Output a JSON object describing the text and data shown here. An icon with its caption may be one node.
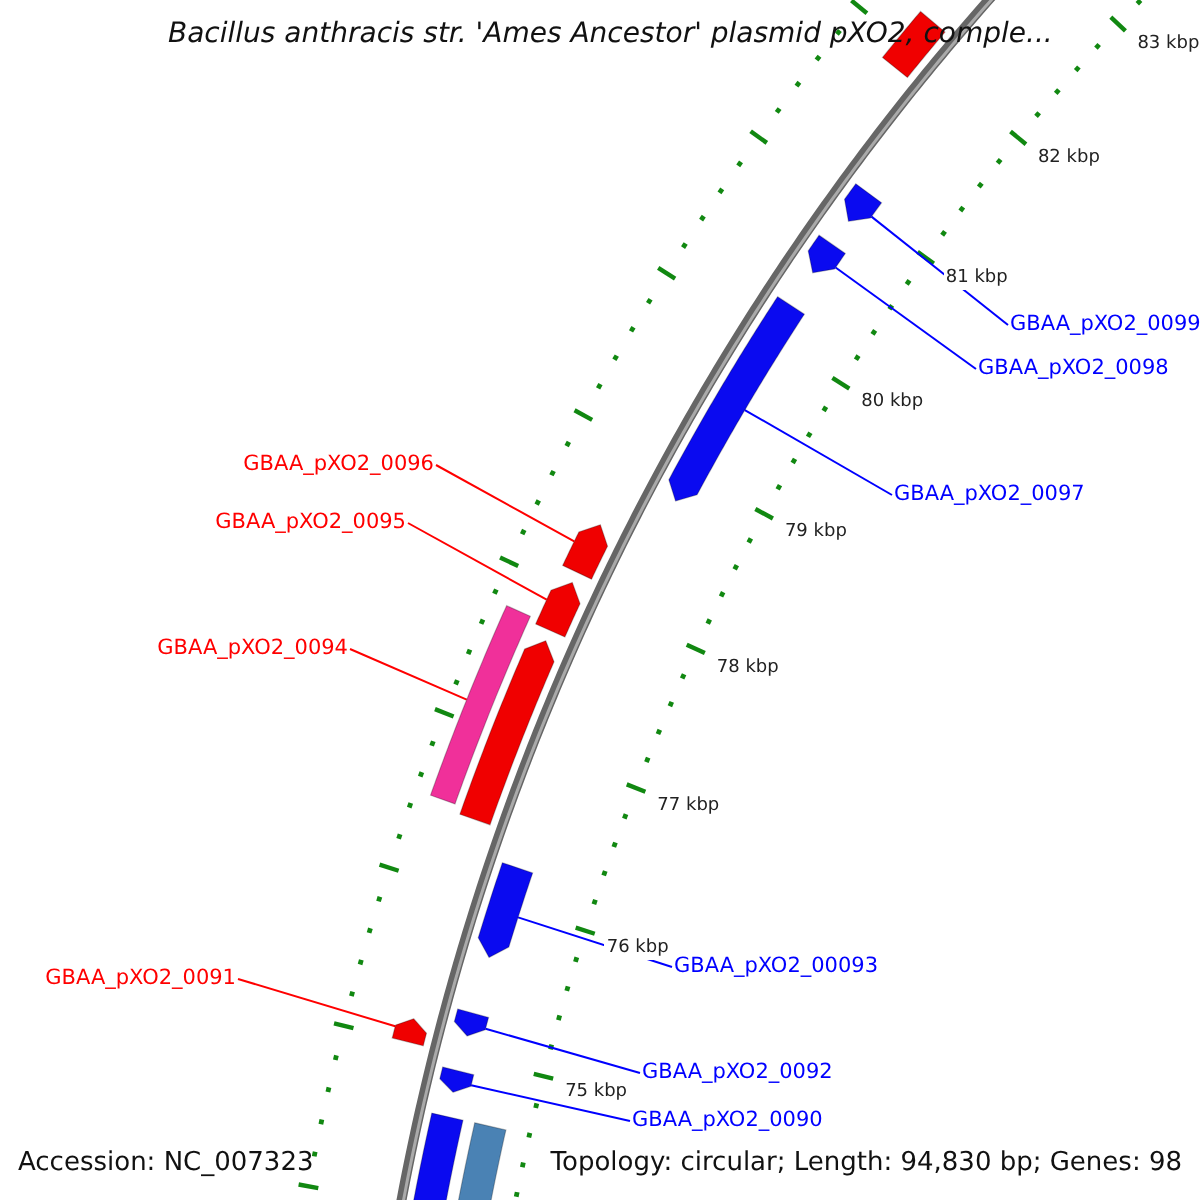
{
  "diagram": {
    "title": "Bacillus anthracis str. 'Ames Ancestor' plasmid pXO2, comple...",
    "nodes": [
      {
        "text": [
          "GBAA_pXO2_0099"
        ]
      },
      {
        "text": [
          "GBAA_pXO2_0098"
        ]
      },
      {
        "text": [
          "GBAA_pXO2_0096"
        ]
      },
      {
        "text": [
          "GBAA_pXO2_0097"
        ]
      },
      {
        "text": [
          "GBAA_pXO2_0095"
        ]
      },
      {
        "text": [
          "GBAA_pXO2_0094"
        ]
      },
      {
        "text": [
          "GBAA_pXO2_00093"
        ]
      },
      {
        "text": [
          "GBAA_pXO2_0091"
        ]
      },
      {
        "text": [
          "GBAA_pXO2_0092"
        ]
      },
      {
        "text": [
          "GBAA_pXO2_0090"
        ]
      },
      {
        "text": [],
        "shape": "bar"
      },
      {
        "text": [],
        "shape": "pentagon"
      },
      {
        "text": [],
        "shape": "pentagon"
      },
      {
        "text": [],
        "shape": "pentagon"
      },
      {
        "text": [],
        "shape": "pentagon"
      },
      {
        "text": [],
        "shape": "pentagon"
      },
      {
        "text": [],
        "shape": "bar"
      },
      {
        "text": [],
        "shape": "pentagon"
      },
      {
        "text": [],
        "shape": "pentagon"
      },
      {
        "text": [],
        "shape": "pentagon"
      },
      {
        "text": [],
        "shape": "pentagon"
      },
      {
        "text": [],
        "shape": "pentagon"
      },
      {
        "text": [],
        "shape": "pentagon"
      },
      {
        "text": [],
        "shape": "bar"
      }
    ],
    "edges": [
      {
        "from": 0,
        "to": 11,
        "arrow": "none"
      },
      {
        "from": 1,
        "to": 12,
        "arrow": "none"
      },
      {
        "from": 2,
        "to": 14,
        "arrow": "none",
        "color": "#ff0000"
      },
      {
        "from": 3,
        "to": 13,
        "arrow": "none"
      },
      {
        "from": 4,
        "to": 15,
        "arrow": "none",
        "color": "#ff0000"
      },
      {
        "from": 5,
        "to": 16,
        "arrow": "none",
        "color": "#ff0000"
      },
      {
        "from": 6,
        "to": 18,
        "arrow": "none"
      },
      {
        "from": 7,
        "to": 19,
        "arrow": "none",
        "color": "#ff0000"
      },
      {
        "from": 8,
        "to": 20,
        "arrow": "none"
      },
      {
        "from": 9,
        "to": 21,
        "arrow": "none"
      }
    ],
    "labels": [
      "83 kbp",
      "82 kbp",
      "81 kbp",
      "80 kbp",
      "79 kbp",
      "78 kbp",
      "77 kbp",
      "76 kbp",
      "75 kbp",
      "Accession: NC_007323",
      "Topology: circular; Length: 94,830 bp; Genes: 98"
    ]
  }
}
